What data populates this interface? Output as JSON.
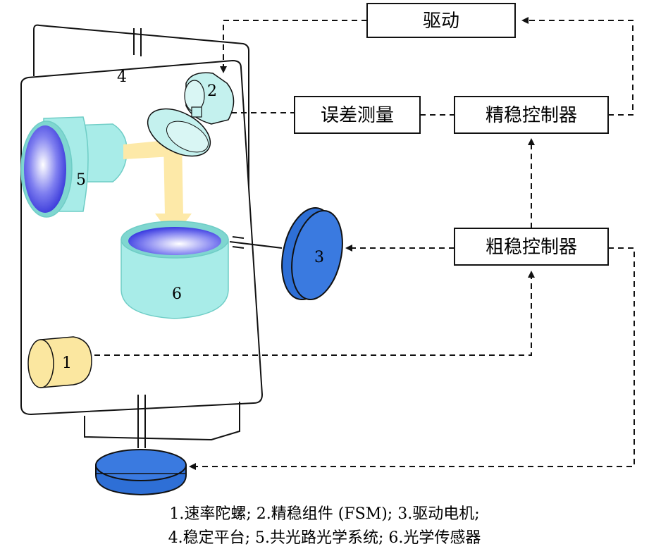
{
  "boxes": {
    "drive": "驱动",
    "error_measure": "误差测量",
    "fine_controller": "精稳控制器",
    "coarse_controller": "粗稳控制器"
  },
  "component_numbers": {
    "gyro": "1",
    "fsm": "2",
    "motor": "3",
    "platform": "4",
    "optics": "5",
    "sensor": "6"
  },
  "caption": {
    "line1": "1.速率陀螺; 2.精稳组件 (FSM); 3.驱动电机;",
    "line2": "4.稳定平台; 5.共光路光学系统; 6.光学传感器"
  },
  "colors": {
    "cyan": "#a8ece8",
    "cyan_dark": "#7fd6d0",
    "blue": "#2e6fd6",
    "blue_inner": "#3a3ae0",
    "yellow": "#fbe7a0",
    "beam": "#fde9a8"
  }
}
